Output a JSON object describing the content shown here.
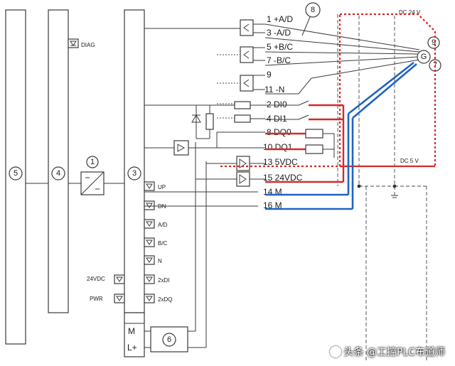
{
  "terminals": {
    "t1": "1 +A/D",
    "t3": "3 -A/D",
    "t5": "5 +B/C",
    "t7": "7 -B/C",
    "t9": "9",
    "t11": "11  -N",
    "t2": "2  DI0",
    "t4": "4  DI1",
    "t8": "8  DQ0",
    "t10": "10  DQ1",
    "t13": "13  5VDC",
    "t15": "15  24VDC",
    "t14": "14  M",
    "t16": "16  M"
  },
  "callouts": {
    "c1": "1",
    "c3": "3",
    "c4": "4",
    "c5": "5",
    "c6": "6",
    "c7": "7",
    "c8": "8",
    "c9": "9"
  },
  "led_labels": {
    "diag": "DIAG",
    "up": "UP",
    "dn": "DN",
    "ad": "A/D",
    "bc": "B/C",
    "n": "N",
    "di": "2xDI",
    "dq": "2xDQ",
    "v24": "24VDC",
    "pwr": "PWR"
  },
  "module_labels": {
    "m": "M",
    "lplus": "L+"
  },
  "supply_labels": {
    "dc24": "DC 24 V",
    "dc5": "DC 5 V"
  },
  "encoder_symbol": "G",
  "watermark": "头条 @工控PLC布道师",
  "colors": {
    "highlight_red": "#d42a2a",
    "highlight_blue": "#1f63c2",
    "line": "#3a3a3a"
  }
}
